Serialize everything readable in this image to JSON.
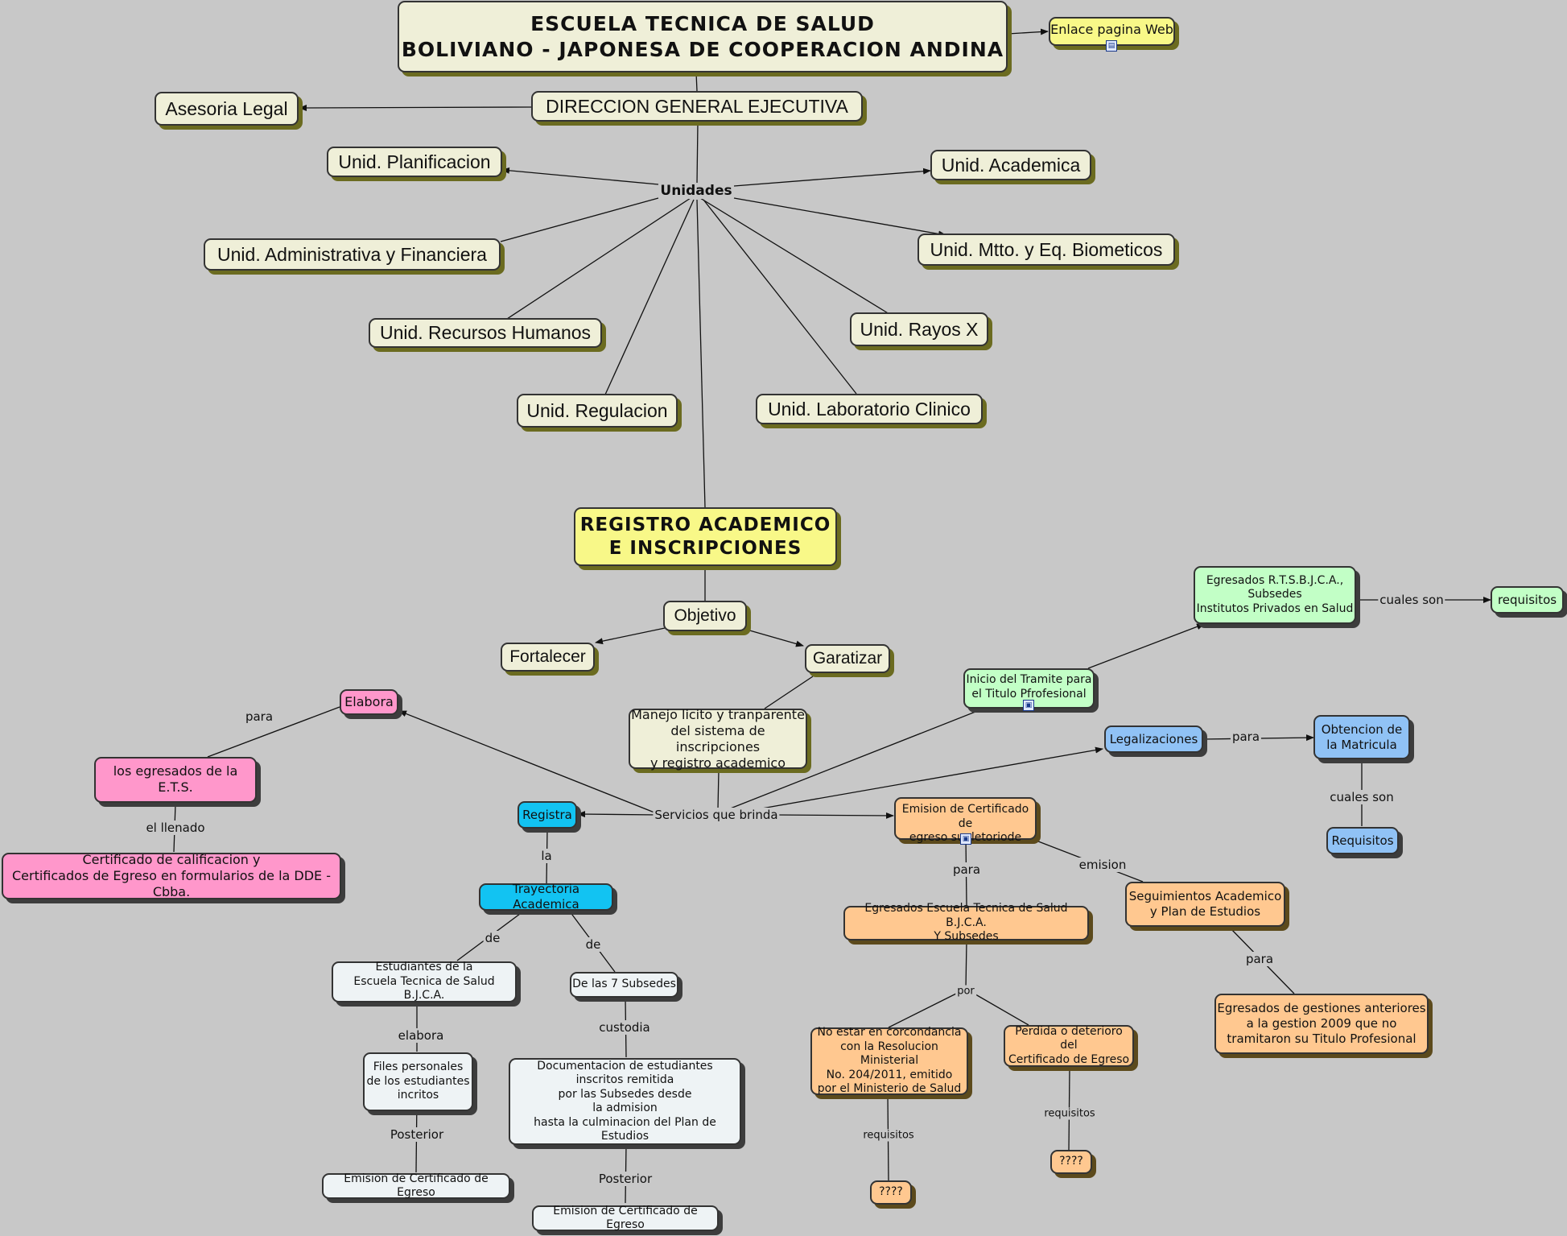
{
  "title": {
    "line1": "ESCUELA TECNICA DE SALUD",
    "line2": "BOLIVIANO - JAPONESA DE COOPERACION ANDINA"
  },
  "web_link": "Enlace pagina Web",
  "direccion": "DIRECCION GENERAL EJECUTIVA",
  "asesoria": "Asesoria Legal",
  "unidades_label": "Unidades",
  "units": {
    "planificacion": "Unid. Planificacion",
    "academica": "Unid. Academica",
    "administrativa": "Unid. Administrativa y Financiera",
    "mtto": "Unid. Mtto. y Eq. Biometicos",
    "rrhh": "Unid. Recursos Humanos",
    "rayos": "Unid. Rayos X",
    "regulacion": "Unid. Regulacion",
    "laboratorio": "Unid. Laboratorio Clinico"
  },
  "registro": {
    "line1": "REGISTRO ACADEMICO",
    "line2": "E INSCRIPCIONES"
  },
  "objetivo": "Objetivo",
  "fortalecer": "Fortalecer",
  "garatizar": "Garatizar",
  "manejo": "Manejo licito y tranparente\ndel sistema de inscripciones\ny registro academico",
  "servicios": "Servicios que brinda",
  "elabora": "Elabora",
  "egresados_ets": "los egresados de la E.T.S.",
  "certificado_calif": "Certificado de calificacion y\nCertificados de Egreso en formularios de la DDE - Cbba.",
  "registra": "Registra",
  "trayectoria": "Trayectoria Academica",
  "estudiantes_escuela": "Estudiantes de la\nEscuela Tecnica de Salud B.J.C.A.",
  "siete_subsedes": "De las 7 Subsedes",
  "files": "Files personales\nde los estudiantes\nincritos",
  "documentacion": "Documentacion de estudiantes\ninscritos remitida\npor las Subsedes desde\nla admision\nhasta la culminacion del Plan de Estudios",
  "emision_egreso_1": "Emision de Certificado de Egreso",
  "emision_egreso_2": "Emision de Certificado de Egreso",
  "inicio_tramite": "Inicio del Tramite para\nel Titulo Pfrofesional",
  "egresados_rts": "Egresados R.T.S.B.J.C.A.,\nSubsedes\nInstitutos Privados en Salud",
  "requisitos_green": "requisitos",
  "legalizaciones": "Legalizaciones",
  "obtencion": "Obtencion de\nla Matricula",
  "requisitos_blue": "Requisitos",
  "emision_supletorio": "Emision de Certificado de\negreso supletoriode",
  "egresados_escuela": "Egresados Escuela Tecnica de Salud B.J.C.A.\nY Subsedes",
  "seguimientos": "Seguimientos Academico\ny Plan de Estudios",
  "egresados_gestiones": "Egresados de gestiones anteriores\na la gestion 2009 que no\ntramitaron  su Titulo Profesional",
  "no_estar": "No estar en corcondancia\ncon la Resolucion Ministerial\nNo. 204/2011, emitido\npor el Ministerio de Salud",
  "perdida": "Perdida o deterioro del\nCertificado de Egreso",
  "q1": "????",
  "q2": "????",
  "labels": {
    "para": "para",
    "el_llenado": "el llenado",
    "la": "la",
    "de": "de",
    "elabora": "elabora",
    "custodia": "custodia",
    "posterior": "Posterior",
    "cuales_son": "cuales son",
    "emision": "emision",
    "por": "por",
    "requisitos": "requisitos"
  },
  "colors": {
    "background": "#c8c8c8",
    "cream": "#efefd8",
    "yellow": "#f8f888",
    "green": "#c2ffc6",
    "blue": "#90c2f5",
    "cyan": "#12c3f2",
    "pink": "#ff97cb",
    "orange": "#ffc890",
    "white": "#eef3f5"
  }
}
